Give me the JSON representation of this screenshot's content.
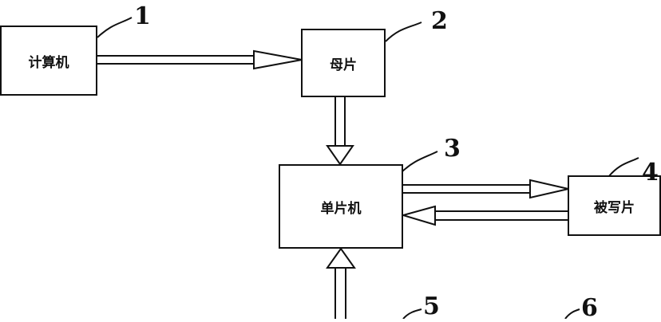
{
  "blocks": {
    "computer": {
      "label": "计算机",
      "number": "1"
    },
    "master": {
      "label": "母片",
      "number": "2"
    },
    "mcu": {
      "label": "单片机",
      "number": "3"
    },
    "target": {
      "label": "被写片",
      "number": "4"
    },
    "lower_left": {
      "number": "5"
    },
    "lower_right": {
      "number": "6"
    }
  }
}
